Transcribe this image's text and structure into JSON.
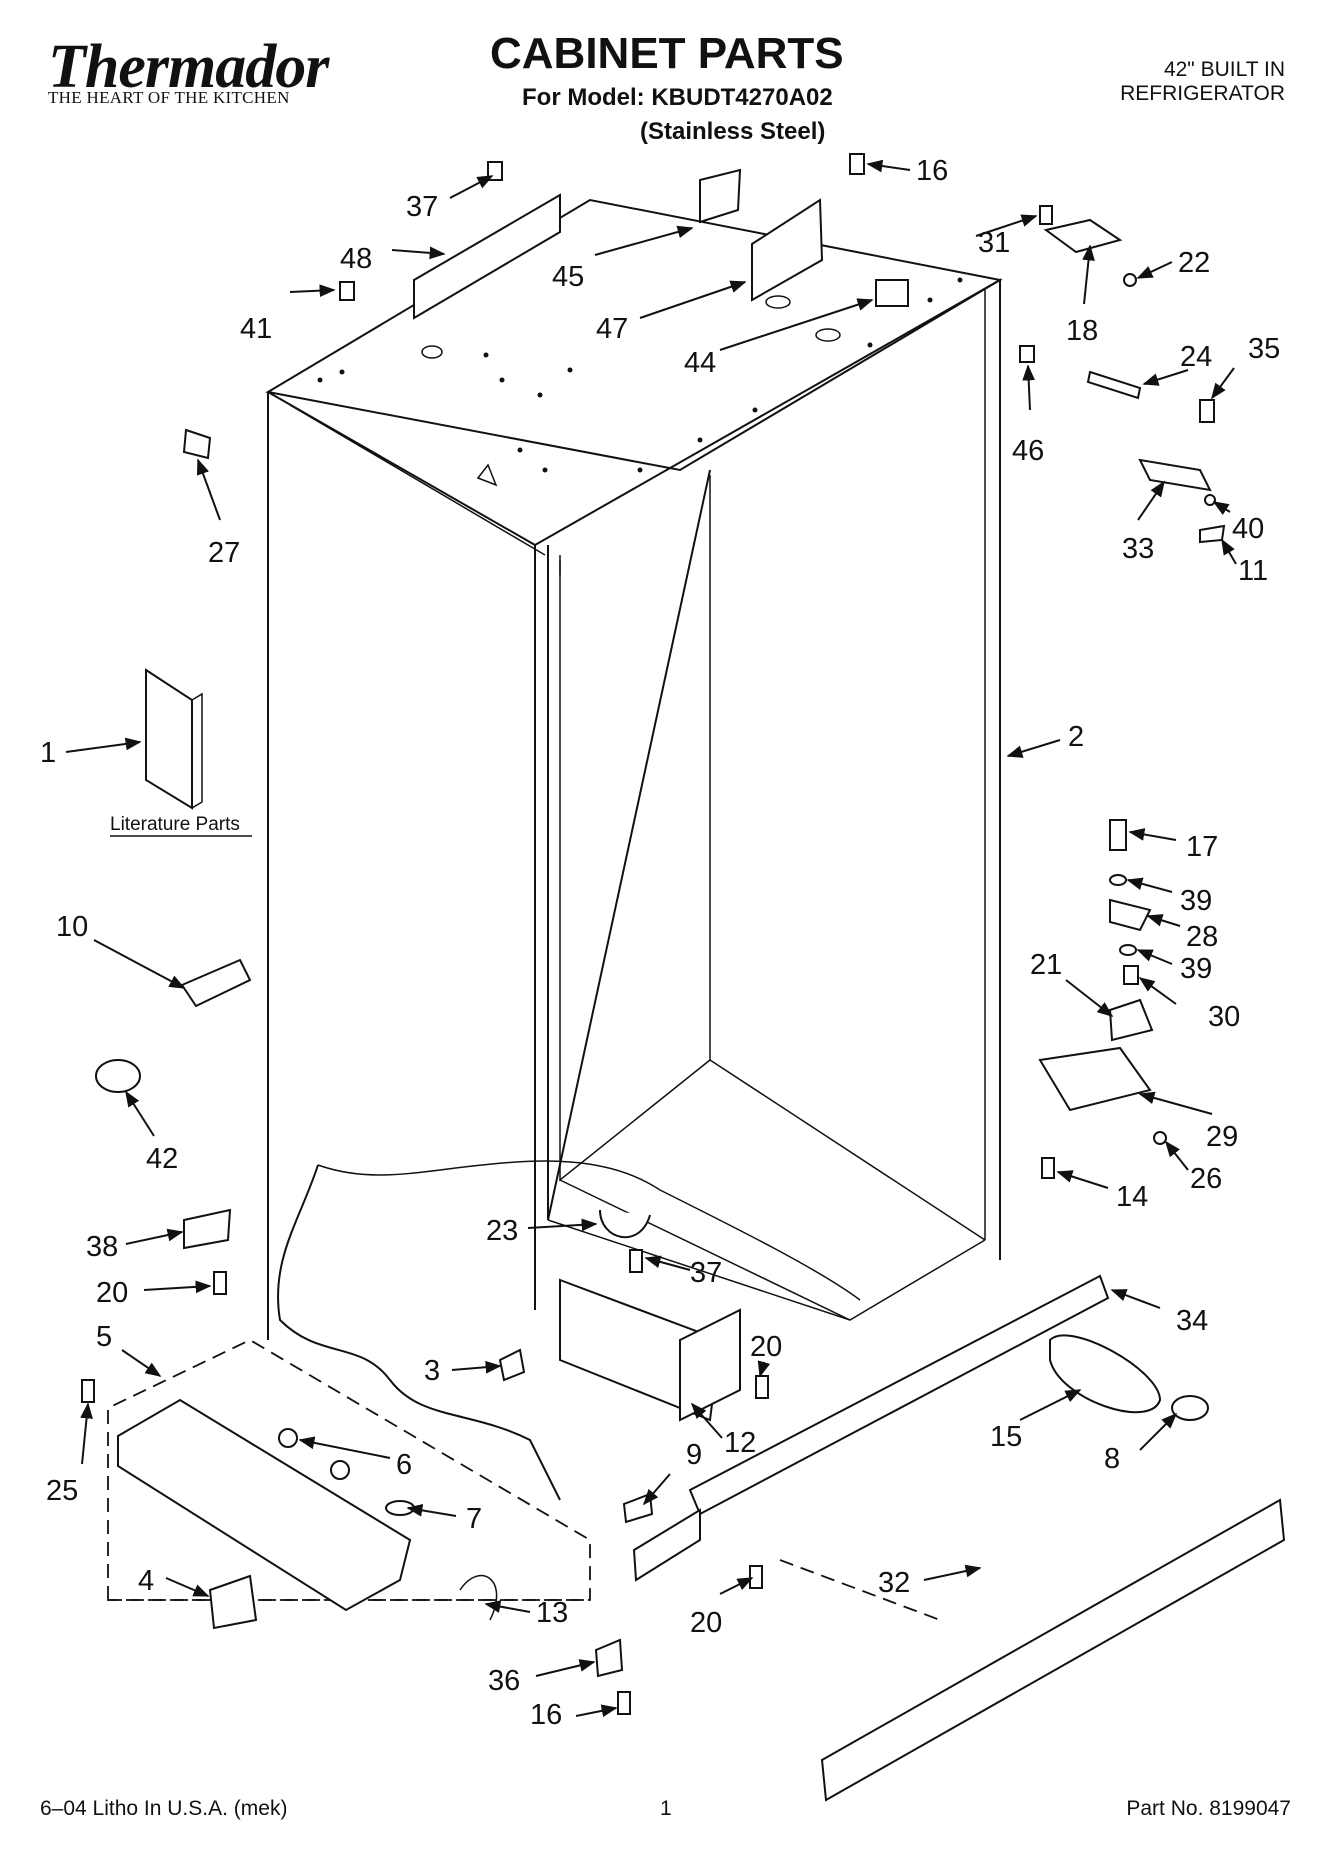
{
  "header": {
    "brand": "Thermador",
    "brand_tagline": "THE HEART OF THE KITCHEN",
    "title": "CABINET PARTS",
    "model_line": "For Model: KBUDT4270A02",
    "variant": "(Stainless Steel)",
    "product_line1": "42\" BUILT IN",
    "product_line2": "REFRIGERATOR"
  },
  "diagram": {
    "literature_label": "Literature Parts",
    "callouts": {
      "c37a": "37",
      "c48": "48",
      "c41": "41",
      "c45": "45",
      "c47": "47",
      "c44": "44",
      "c16a": "16",
      "c31": "31",
      "c22": "22",
      "c18": "18",
      "c46": "46",
      "c24": "24",
      "c35": "35",
      "c40": "40",
      "c33": "33",
      "c11": "11",
      "c27": "27",
      "c1": "1",
      "c2": "2",
      "c17": "17",
      "c39a": "39",
      "c28": "28",
      "c39b": "39",
      "c21": "21",
      "c30": "30",
      "c10": "10",
      "c29": "29",
      "c42": "42",
      "c26": "26",
      "c14": "14",
      "c23": "23",
      "c37b": "37",
      "c38": "38",
      "c20a": "20",
      "c34": "34",
      "c5": "5",
      "c20b": "20",
      "c3": "3",
      "c6": "6",
      "c12": "12",
      "c15": "15",
      "c8": "8",
      "c25": "25",
      "c9": "9",
      "c7": "7",
      "c4": "4",
      "c32": "32",
      "c13": "13",
      "c20c": "20",
      "c36": "36",
      "c16b": "16"
    }
  },
  "footer": {
    "litho": "6–04 Litho In U.S.A. (mek)",
    "page": "1",
    "part_no": "Part No. 8199047"
  }
}
